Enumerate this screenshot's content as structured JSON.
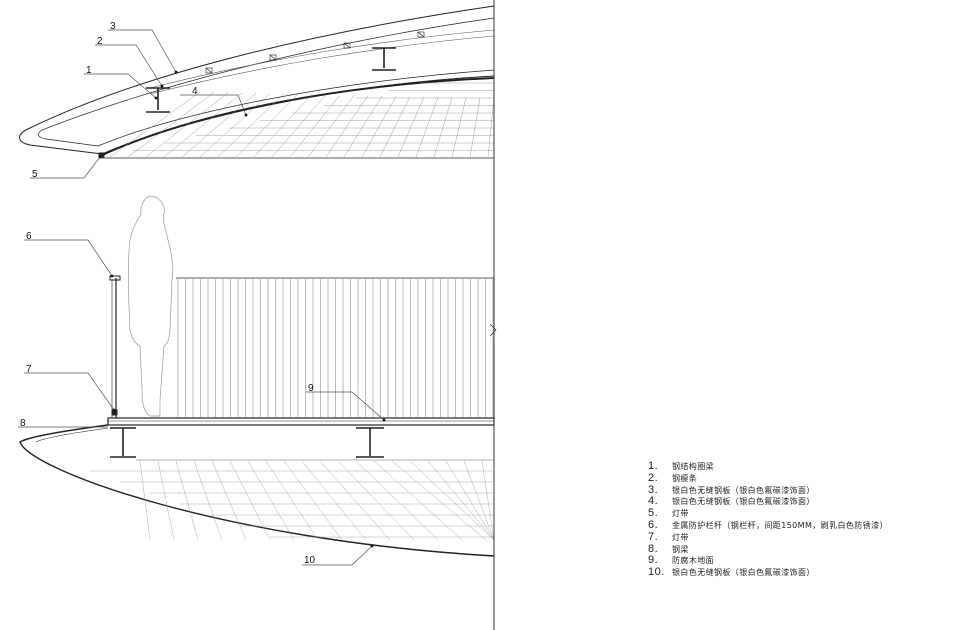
{
  "callouts": [
    "1",
    "2",
    "3",
    "4",
    "5",
    "6",
    "7",
    "8",
    "9",
    "10"
  ],
  "legend": [
    {
      "num": "1.",
      "text": "钢结构圈梁"
    },
    {
      "num": "2.",
      "text": "钢檩条"
    },
    {
      "num": "3.",
      "text": "银白色无缝钢板（银白色氟碳漆饰面）"
    },
    {
      "num": "4.",
      "text": "银白色无缝钢板（银白色氟碳漆饰面）"
    },
    {
      "num": "5.",
      "text": "灯带"
    },
    {
      "num": "6.",
      "text": "金属防护栏杆（钢栏杆，间距150MM，刷乳白色防锈漆）"
    },
    {
      "num": "7.",
      "text": "灯带"
    },
    {
      "num": "8.",
      "text": "钢梁"
    },
    {
      "num": "9.",
      "text": "防腐木地面"
    },
    {
      "num": "10.",
      "text": "银白色无缝钢板（银白色氟碳漆饰面）"
    }
  ]
}
